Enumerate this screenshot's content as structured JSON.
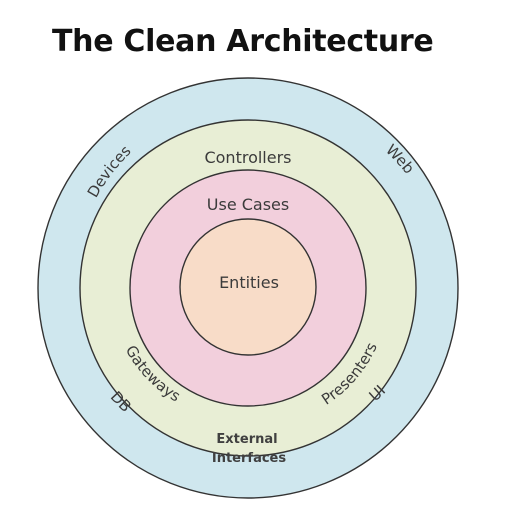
{
  "title": "The Clean Architecture",
  "colors": {
    "outer_ring": "#cfe7ee",
    "interface_adapters_ring": "#e8eed5",
    "use_cases_ring": "#f2cfdc",
    "entities_core": "#f8dcc8",
    "ring_stroke": "#333333"
  },
  "layers": {
    "entities": "Entities",
    "use_cases": "Use Cases",
    "controllers": "Controllers",
    "gateways": "Gateways",
    "presenters": "Presenters",
    "devices": "Devices",
    "web": "Web",
    "db": "DB",
    "ui": "UI",
    "external_line1": "External",
    "external_line2": "Interfaces"
  }
}
